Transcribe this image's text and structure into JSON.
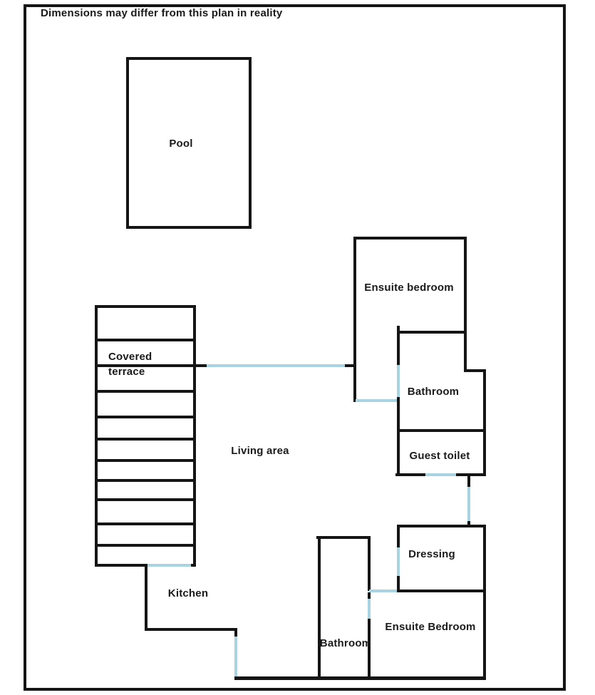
{
  "page": {
    "disclaimer": "Dimensions may differ from this plan in reality"
  },
  "colors": {
    "wall": "#151515",
    "door": "#a8d4e2",
    "background": "#ffffff"
  },
  "rooms": {
    "pool": {
      "label": "Pool"
    },
    "covered_terrace": {
      "label_line1": "Covered",
      "label_line2": "terrace"
    },
    "living_area": {
      "label": "Living area"
    },
    "kitchen": {
      "label": "Kitchen"
    },
    "ensuite_bedroom_top": {
      "label": "Ensuite bedroom"
    },
    "bathroom_top": {
      "label": "Bathroom"
    },
    "guest_toilet": {
      "label": "Guest toilet"
    },
    "dressing": {
      "label": "Dressing"
    },
    "ensuite_bedroom_bottom": {
      "label": "Ensuite Bedroom"
    },
    "bathroom_bottom": {
      "label": "Bathroom"
    }
  }
}
